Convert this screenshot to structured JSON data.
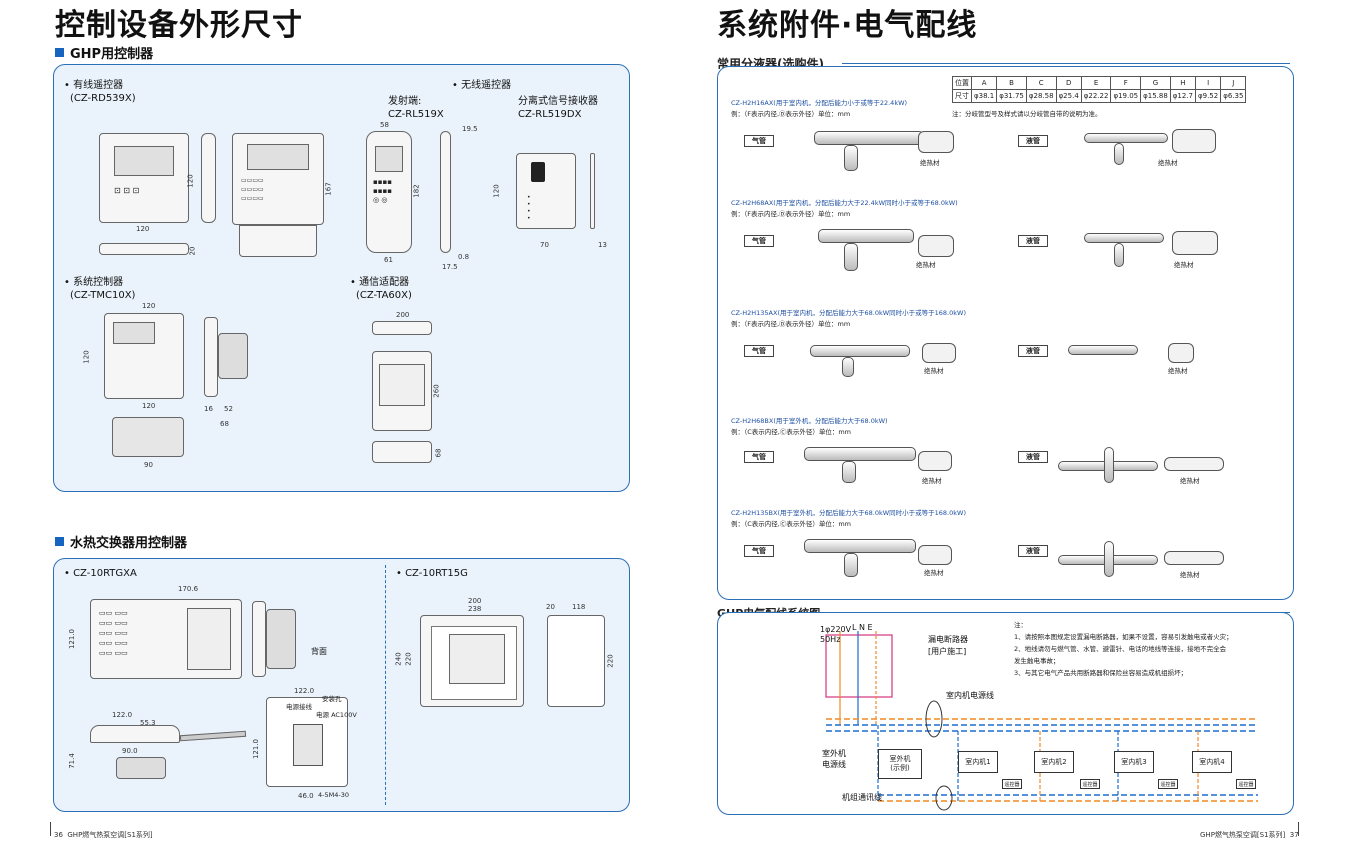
{
  "left": {
    "title": "控制设备外形尺寸",
    "sec_ghp": "GHP用控制器",
    "sec_heat": "水热交换器用控制器",
    "wired_name": "• 有线遥控器",
    "wired_model": "(CZ-RD539X)",
    "wireless_name": "• 无线遥控器",
    "transmitter_label": "发射端:",
    "transmitter_model": "CZ-RL519X",
    "receiver_label": "分离式信号接收器",
    "receiver_model": "CZ-RL519DX",
    "system_name": "• 系统控制器",
    "system_model": "(CZ-TMC10X)",
    "adapter_name": "• 通信适配器",
    "adapter_model": "(CZ-TA60X)",
    "rtgxa": "• CZ-10RTGXA",
    "rt15g": "• CZ-10RT15G",
    "back_label": "背面",
    "dims": {
      "d120a": "120",
      "d120b": "120",
      "d167": "167",
      "d20": "20",
      "d58": "58",
      "d195": "19.5",
      "d182": "182",
      "d61": "61",
      "d08": "0.8",
      "d175": "17.5",
      "d120c": "120",
      "d70": "70",
      "d13": "13",
      "s120a": "120",
      "s120b": "120",
      "s120c": "120",
      "s16": "16",
      "s52": "52",
      "s68": "68",
      "s90": "90",
      "a200": "200",
      "a260": "260",
      "a68": "68",
      "g1706": "170.6",
      "g1210": "121.0",
      "g1220": "122.0",
      "g553": "55.3",
      "g900": "90.0",
      "g714": "71.4",
      "g46": "46",
      "b1220": "122.0",
      "b460": "46.0",
      "b121": "121.0",
      "r200": "200",
      "r238": "238",
      "r240": "240",
      "r220": "220",
      "r20": "20",
      "r118": "118",
      "r220b": "220"
    },
    "back_notes": [
      "安装孔",
      "电源接线",
      "电源 AC100V",
      "安装孔",
      "4-5M4-30"
    ]
  },
  "right": {
    "title": "系统附件·电气配线",
    "sec_branch": "常用分液器(选购件)",
    "sec_wiring": "GHP电气配线系统图",
    "table_headers": [
      "位置",
      "A",
      "B",
      "C",
      "D",
      "E",
      "F",
      "G",
      "H",
      "I",
      "J"
    ],
    "table_values": [
      "尺寸",
      "φ38.1",
      "φ31.75",
      "φ28.58",
      "φ25.4",
      "φ22.22",
      "φ19.05",
      "φ15.88",
      "φ12.7",
      "φ9.52",
      "φ6.35"
    ],
    "table_note": "注：分岐管型号及样式请以分岐管自带的说明为准。",
    "models": [
      {
        "title": "CZ-H2H16AX(用于室内机，分配后能力小于或等于22.4kW)",
        "note": "例：（F表示内径,Ⓓ表示外径）单位：mm"
      },
      {
        "title": "CZ-H2H68AX(用于室内机，分配后能力大于22.4kW同时小于或等于68.0kW)",
        "note": "例：（F表示内径,Ⓓ表示外径）单位：mm"
      },
      {
        "title": "CZ-H2H135AX(用于室内机，分配后能力大于68.0kW同时小于或等于168.0kW)",
        "note": "例：（F表示内径,Ⓓ表示外径）单位：mm"
      },
      {
        "title": "CZ-H2H68BX(用于室外机，分配后能力大于68.0kW)",
        "note": "例：（C表示内径,Ⓒ表示外径）单位：mm"
      },
      {
        "title": "CZ-H2H135BX(用于室外机，分配后能力大于68.0kW同时小于或等于168.0kW)",
        "note": "例：（C表示内径,Ⓒ表示外径）单位：mm"
      }
    ],
    "gas": "气管",
    "liquid": "液管",
    "insul": "绝热材",
    "wiring": {
      "power": "1φ220V",
      "freq": "50Hz",
      "lne": "L  N  E",
      "breaker": "漏电断路器",
      "breaker_sub": "[用户施工]",
      "indoor_power": "室内机电源线",
      "outdoor_power_1": "室外机",
      "outdoor_power_2": "电源线",
      "comm": "机组通讯线",
      "outdoor_unit_1": "室外机",
      "outdoor_unit_2": "(示例)",
      "indoor_units": [
        "室内机1",
        "室内机2",
        "室内机3",
        "室内机4"
      ],
      "remote": "遥控器",
      "notes_title": "注：",
      "notes": [
        "1、请按照本图规定设置漏电断路器，如果不设置，容易引发触电或者火灾；",
        "2、地线请勿与燃气管、水管、避雷针、电话的地线等连接，接地不完全会",
        "    发生触电事故；",
        "3、与其它电气产品共用断路器和保险丝容易造成机组损坏；"
      ]
    }
  },
  "footer": {
    "left_page": "36",
    "left_text": "GHP燃气热泵空调[S1系列]",
    "right_text": "GHP燃气热泵空调[S1系列]",
    "right_page": "37"
  },
  "colors": {
    "accent": "#2b6fb6",
    "panel": "#eaf3fb",
    "blue_wire": "#1f6fd1",
    "orange_wire": "#f08a24",
    "magenta": "#d6337f"
  }
}
